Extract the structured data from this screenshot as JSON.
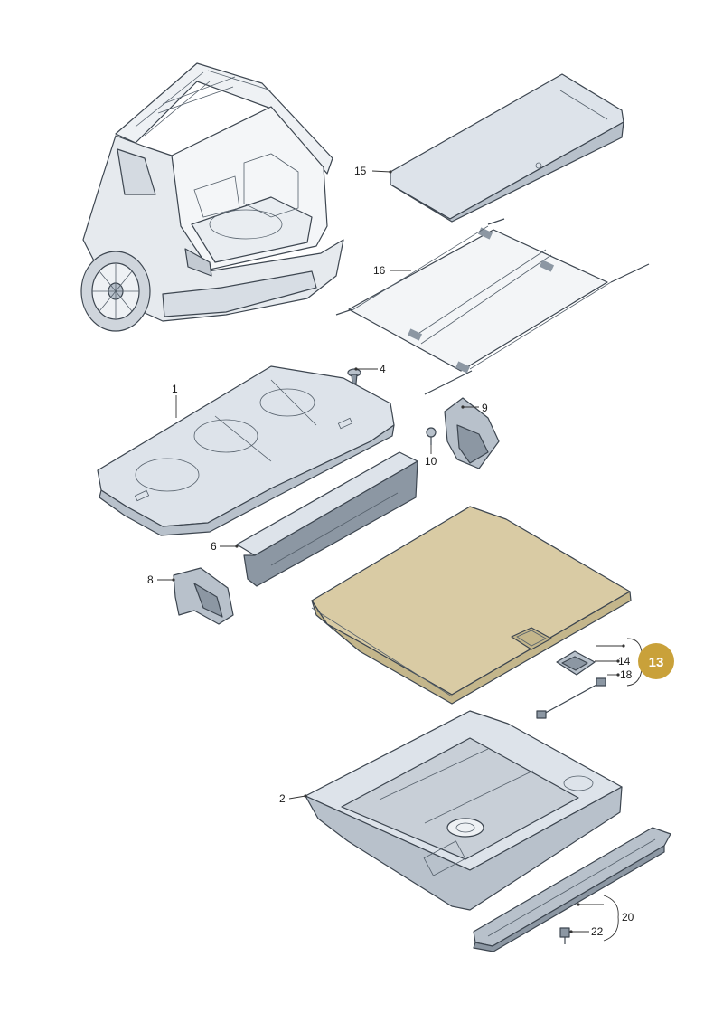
{
  "parts": [
    {
      "key": "p1",
      "number": "1"
    },
    {
      "key": "p2",
      "number": "2"
    },
    {
      "key": "p4",
      "number": "4"
    },
    {
      "key": "p6",
      "number": "6"
    },
    {
      "key": "p8",
      "number": "8"
    },
    {
      "key": "p9",
      "number": "9"
    },
    {
      "key": "p10",
      "number": "10"
    },
    {
      "key": "p14",
      "number": "14"
    },
    {
      "key": "p15",
      "number": "15"
    },
    {
      "key": "p16",
      "number": "16"
    },
    {
      "key": "p18",
      "number": "18"
    },
    {
      "key": "p20",
      "number": "20"
    },
    {
      "key": "p22",
      "number": "22"
    }
  ],
  "callout": {
    "number": "13",
    "color": "#c9a13a"
  },
  "colors": {
    "highlight_fill": "#d9cba4",
    "highlight_stroke": "#c9a13a",
    "part_fill": "#dde3ea",
    "part_shade": "#b8c1cb",
    "part_dark": "#8c97a3"
  }
}
